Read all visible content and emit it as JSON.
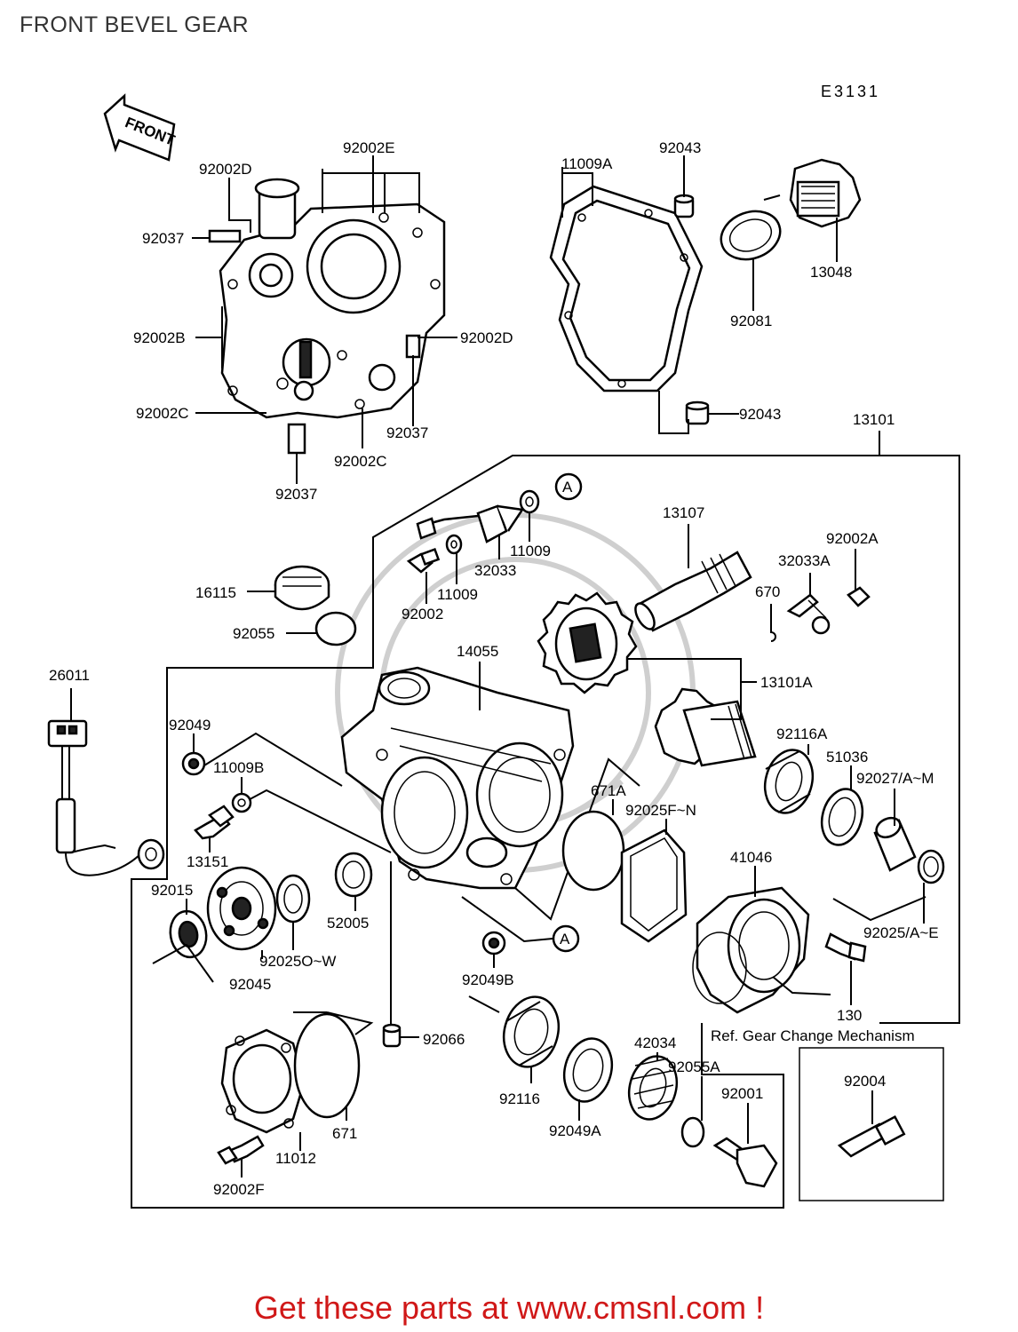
{
  "title": "FRONT BEVEL GEAR",
  "diagram_code": "E3131",
  "front_arrow_label": "FRONT",
  "ref_note": "Ref. Gear Change Mechanism",
  "circle_marker": "A",
  "promo_text": "Get these parts at www.cmsnl.com !",
  "part_labels": {
    "p92002E": "92002E",
    "p92002D_top": "92002D",
    "p92037_top": "92037",
    "p92002B": "92002B",
    "p92002D_mid": "92002D",
    "p92002C_left": "92002C",
    "p92037_mid": "92037",
    "p92002C_bot": "92002C",
    "p92037_bot": "92037",
    "p11009A": "11009A",
    "p92043_top": "92043",
    "p92043_bot": "92043",
    "p92081": "92081",
    "p13048": "13048",
    "p13101": "13101",
    "p11009_a": "11009",
    "p32033": "32033",
    "p11009_b": "11009",
    "p92002": "92002",
    "p16115": "16115",
    "p92055": "92055",
    "p13107": "13107",
    "p32033A": "32033A",
    "p92002A": "92002A",
    "p670": "670",
    "p14055": "14055",
    "p13101A": "13101A",
    "p26011": "26011",
    "p92049": "92049",
    "p11009B": "11009B",
    "p13151": "13151",
    "p92116A": "92116A",
    "p51036": "51036",
    "p92027": "92027/A~M",
    "p671A": "671A",
    "p92025FN": "92025F~N",
    "p41046": "41046",
    "p92015": "92015",
    "p52005": "52005",
    "p92025OW": "92025O~W",
    "p92045": "92045",
    "p92049B": "92049B",
    "p92025AE": "92025/A~E",
    "p130": "130",
    "p92066": "92066",
    "p42034": "42034",
    "p92055A": "92055A",
    "p92001": "92001",
    "p92004": "92004",
    "p92116": "92116",
    "p92049A": "92049A",
    "p671": "671",
    "p11012": "11012",
    "p92002F": "92002F"
  }
}
